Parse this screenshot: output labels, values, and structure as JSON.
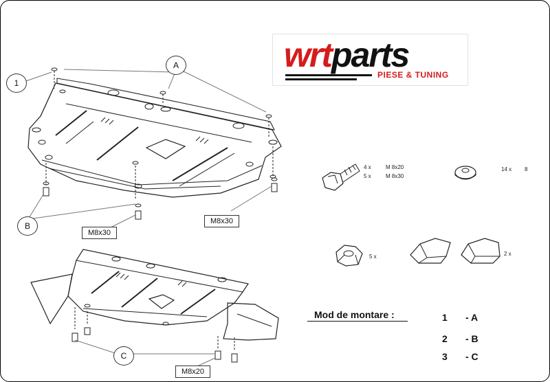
{
  "logo": {
    "brand_red": "wrt",
    "brand_dark": "parts",
    "tagline": "PIESE & TUNING",
    "colors": {
      "red": "#d51c1c",
      "dark": "#121212"
    }
  },
  "callouts": {
    "one": "1",
    "a": "A",
    "b": "B",
    "c": "C"
  },
  "size_labels": {
    "front_left": "M8x30",
    "front_right": "M8x30",
    "rear_bottom": "M8x20"
  },
  "parts": {
    "bolt_qty_1": "4 x",
    "bolt_size_1": "M 8x20",
    "bolt_qty_2": "5 x",
    "bolt_size_2": "M 8x30",
    "washer_qty": "14 x",
    "washer_size": "8",
    "nut_qty": "5 x",
    "bracket_qty": "2 x"
  },
  "mounting": {
    "title": "Mod de montare :",
    "rows": [
      {
        "num": "1",
        "code": "- A"
      },
      {
        "num": "2",
        "code": "- B"
      },
      {
        "num": "3",
        "code": "- C"
      }
    ]
  }
}
